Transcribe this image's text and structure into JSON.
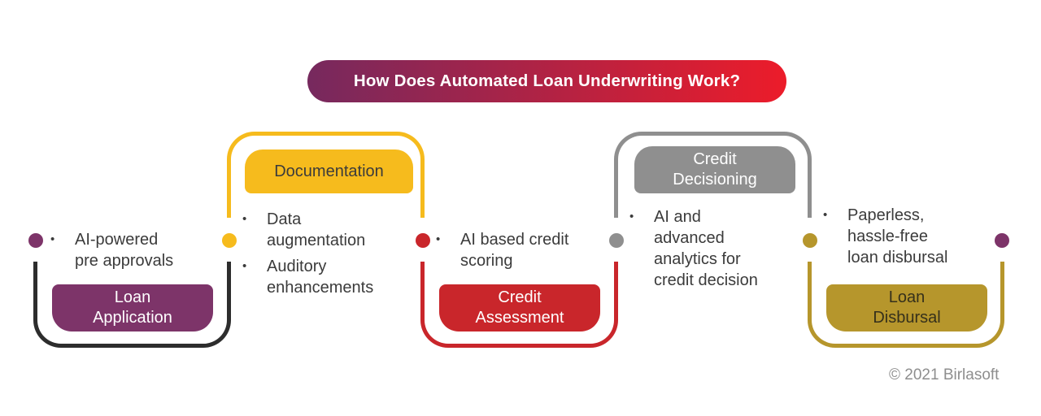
{
  "title": "How Does Automated Loan Underwriting Work?",
  "bullet_char": "•",
  "copyright": "© 2021 Birlasoft",
  "colors": {
    "background": "#ffffff",
    "title_gradient_start": "#76295e",
    "title_gradient_end": "#ec1c2a",
    "purple": "#7d3469",
    "yellow": "#f6bb1d",
    "red": "#c9262b",
    "gray": "#8f8f8f",
    "gold": "#b6962c",
    "bracket_black": "#2d2d2d",
    "body_text": "#3b3b3b",
    "label_text_light": "#ffffff",
    "label_text_dark": "#35301b",
    "copyright_text": "#8e8e8e"
  },
  "stages": [
    {
      "name": "Loan Application",
      "label": "Loan\nApplication",
      "position": "bottom",
      "color": "#7d3469",
      "bracket_color": "#2d2d2d",
      "bullets": [
        "AI-powered\npre approvals"
      ]
    },
    {
      "name": "Documentation",
      "label": "Documentation",
      "position": "top",
      "color": "#f6bb1d",
      "bracket_color": "#f6bb1d",
      "bullets": [
        "Data\naugmentation",
        "Auditory\nenhancements"
      ]
    },
    {
      "name": "Credit Assessment",
      "label": "Credit\nAssessment",
      "position": "bottom",
      "color": "#c9262b",
      "bracket_color": "#c9262b",
      "bullets": [
        "AI based credit\nscoring"
      ]
    },
    {
      "name": "Credit Decisioning",
      "label": "Credit\nDecisioning",
      "position": "top",
      "color": "#8f8f8f",
      "bracket_color": "#8f8f8f",
      "bullets": [
        "AI and\nadvanced\nanalytics for\ncredit decision"
      ]
    },
    {
      "name": "Loan Disbursal",
      "label": "Loan\nDisbursal",
      "position": "bottom",
      "color": "#b6962c",
      "bracket_color": "#b6962c",
      "bullets": [
        "Paperless,\nhassle-free\nloan disbursal"
      ]
    }
  ],
  "timeline_dots": [
    "#7d3469",
    "#f6bb1d",
    "#c9262b",
    "#8f8f8f",
    "#b6962c",
    "#7d3469"
  ]
}
